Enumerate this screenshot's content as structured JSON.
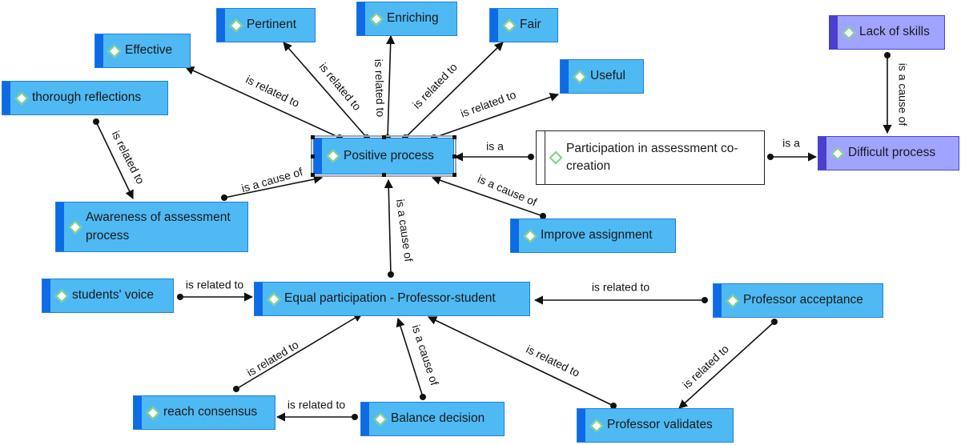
{
  "nodes": [
    {
      "id": "effective",
      "label": "Effective",
      "style": "blue"
    },
    {
      "id": "pertinent",
      "label": "Pertinent",
      "style": "blue"
    },
    {
      "id": "enriching",
      "label": "Enriching",
      "style": "blue"
    },
    {
      "id": "fair",
      "label": "Fair",
      "style": "blue"
    },
    {
      "id": "useful",
      "label": "Useful",
      "style": "blue"
    },
    {
      "id": "thorough",
      "label": "thorough reflections",
      "style": "blue"
    },
    {
      "id": "positive",
      "label": "Positive process",
      "style": "blue",
      "selected": true
    },
    {
      "id": "participation",
      "label": "Participation in assessment co-creation",
      "style": "white"
    },
    {
      "id": "lackskills",
      "label": "Lack of skills",
      "style": "purple"
    },
    {
      "id": "difficult",
      "label": "Difficult process",
      "style": "purple"
    },
    {
      "id": "awareness",
      "label": "Awareness of assessment process",
      "style": "blue"
    },
    {
      "id": "improve",
      "label": "Improve assignment",
      "style": "blue"
    },
    {
      "id": "voice",
      "label": "students' voice",
      "style": "blue"
    },
    {
      "id": "equal",
      "label": "Equal participation - Professor-student",
      "style": "blue"
    },
    {
      "id": "acceptance",
      "label": "Professor acceptance",
      "style": "blue"
    },
    {
      "id": "consensus",
      "label": "reach consensus",
      "style": "blue"
    },
    {
      "id": "balance",
      "label": "Balance decision",
      "style": "blue"
    },
    {
      "id": "validates",
      "label": "Professor validates",
      "style": "blue"
    }
  ],
  "edges": [
    {
      "from": "positive",
      "to": "effective",
      "label": "is related to"
    },
    {
      "from": "positive",
      "to": "pertinent",
      "label": "is related to"
    },
    {
      "from": "positive",
      "to": "enriching",
      "label": "is related to"
    },
    {
      "from": "positive",
      "to": "fair",
      "label": "is related to"
    },
    {
      "from": "positive",
      "to": "useful",
      "label": "is related to"
    },
    {
      "from": "thorough",
      "to": "awareness",
      "label": "is related to"
    },
    {
      "from": "awareness",
      "to": "positive",
      "label": "is a cause of"
    },
    {
      "from": "participation",
      "to": "positive",
      "label": "is a"
    },
    {
      "from": "participation",
      "to": "difficult",
      "label": "is a"
    },
    {
      "from": "lackskills",
      "to": "difficult",
      "label": "is a cause of"
    },
    {
      "from": "improve",
      "to": "positive",
      "label": "is a cause of"
    },
    {
      "from": "equal",
      "to": "positive",
      "label": "is a cause of"
    },
    {
      "from": "voice",
      "to": "equal",
      "label": "is related to"
    },
    {
      "from": "acceptance",
      "to": "equal",
      "label": "is related to"
    },
    {
      "from": "consensus",
      "to": "equal",
      "label": "is related to"
    },
    {
      "from": "balance",
      "to": "consensus",
      "label": "is related to"
    },
    {
      "from": "balance",
      "to": "equal",
      "label": "is a cause of"
    },
    {
      "from": "validates",
      "to": "equal",
      "label": "is related to"
    },
    {
      "from": "acceptance",
      "to": "validates",
      "label": "is related to"
    }
  ]
}
